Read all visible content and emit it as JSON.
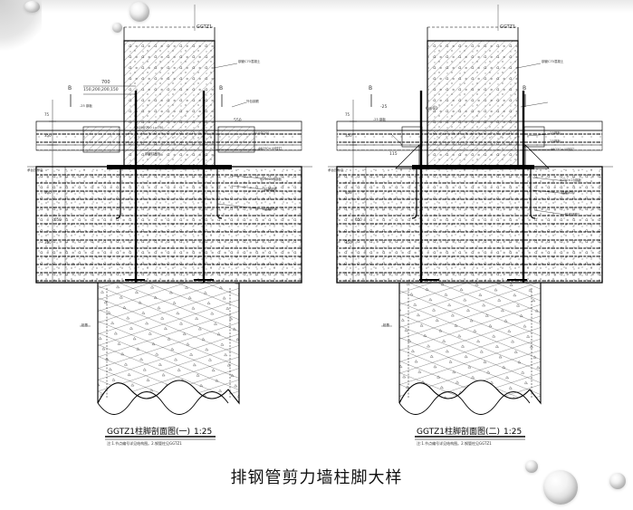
{
  "title": "排钢管剪力墙柱脚大样",
  "sections": [
    {
      "id": "one",
      "title": "GGTZ1柱脚剖面图(一)",
      "scale": "1:25",
      "note": "注:1.节点编号详见结构图。2.钢管柱见GGTZ1",
      "column_tag": "GGTZ1",
      "section_marks": [
        "B",
        "B"
      ],
      "dims_top": [
        "700",
        "150,200,200,150"
      ],
      "dims_left": [
        "75",
        "350",
        "650",
        "400",
        "350"
      ],
      "labels": [
        "钢管C70混凝土",
        "-25  钢板",
        "外包钢筋",
        "4Φ25@200 L=710",
        "Φ10@200",
        "钢管柱底板",
        "4Φ250×40栓钉",
        "Φ250×25钢板",
        "柱底锚筋",
        "锚栓M30",
        "桩基",
        "承台顶标高",
        "550"
      ]
    },
    {
      "id": "two",
      "title": "GGTZ1柱脚剖面图(二)",
      "scale": "1:25",
      "note": "注:1.节点编号详见结构图。2.钢管柱见GGTZ1",
      "column_tag": "GGTZ1",
      "section_marks": [
        "B",
        "B"
      ],
      "dims_top": [
        "-25",
        "6@60"
      ],
      "dims_left": [
        "75",
        "350",
        "650",
        "400",
        "350"
      ],
      "labels": [
        "钢管C70混凝土",
        "-25  钢板",
        "-25钢板",
        "-25钢板",
        "4Φ250×40栓钉",
        "Φ250×25钢板",
        "锚栓M30",
        "柱底锚筋",
        "115",
        "桩基",
        "承台顶标高"
      ]
    }
  ],
  "colors": {
    "line": "#000000",
    "hatch": "#222222",
    "background": "#ffffff",
    "bubble": "#d9d9d9"
  }
}
